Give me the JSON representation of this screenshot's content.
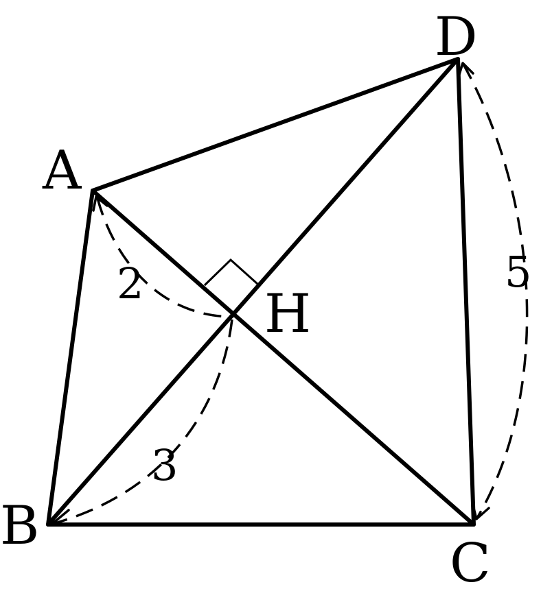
{
  "points": {
    "A": "A",
    "B": "B",
    "C": "C",
    "D": "D",
    "H": "H"
  },
  "lengths": {
    "AH": "2",
    "BH": "3",
    "CD": "5"
  }
}
